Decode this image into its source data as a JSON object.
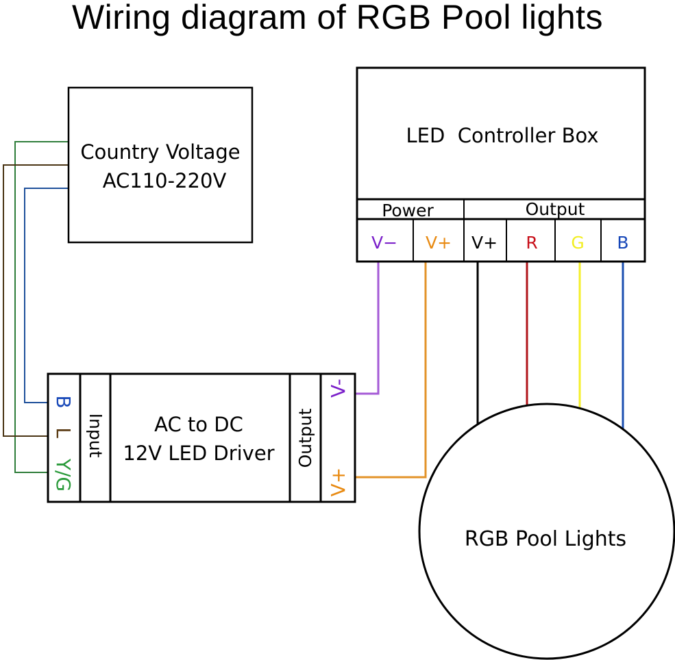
{
  "title": "Wiring diagram of RGB Pool lights",
  "country_voltage": {
    "line1": "Country Voltage",
    "line2": "AC110-220V"
  },
  "controller": {
    "title": "LED  Controller Box",
    "power_header": "Power",
    "output_header": "Output",
    "terminals": [
      {
        "label": "V−",
        "color": "#7a1fc9"
      },
      {
        "label": "V+",
        "color": "#e88a12"
      },
      {
        "label": "V+",
        "color": "#000000"
      },
      {
        "label": "R",
        "color": "#c8101a"
      },
      {
        "label": "G",
        "color": "#f2ee22"
      },
      {
        "label": "B",
        "color": "#1747b8"
      }
    ]
  },
  "driver": {
    "line1": "AC to DC",
    "line2": "12V LED Driver",
    "input_label": "Input",
    "output_label": "Output",
    "input_terminals": [
      {
        "label": "B",
        "color": "#1747b8"
      },
      {
        "label": "L",
        "color": "#5a3a12"
      },
      {
        "label": "Y/G",
        "color": "#2a9a3a"
      }
    ],
    "output_terminals": [
      {
        "label": "V-",
        "color": "#7a1fc9"
      },
      {
        "label": "V+",
        "color": "#e88a12"
      }
    ]
  },
  "pool_lights": {
    "label": "RGB Pool Lights"
  },
  "wire_colors": {
    "ground": "#2e7d3a",
    "live": "#4a3414",
    "neutral": "#1d4f9a",
    "v_minus": "#a45ad6",
    "v_plus": "#e3932a",
    "common": "#000000",
    "red": "#b0141a",
    "green": "#f4ef2a",
    "blue": "#1b4fb0"
  }
}
